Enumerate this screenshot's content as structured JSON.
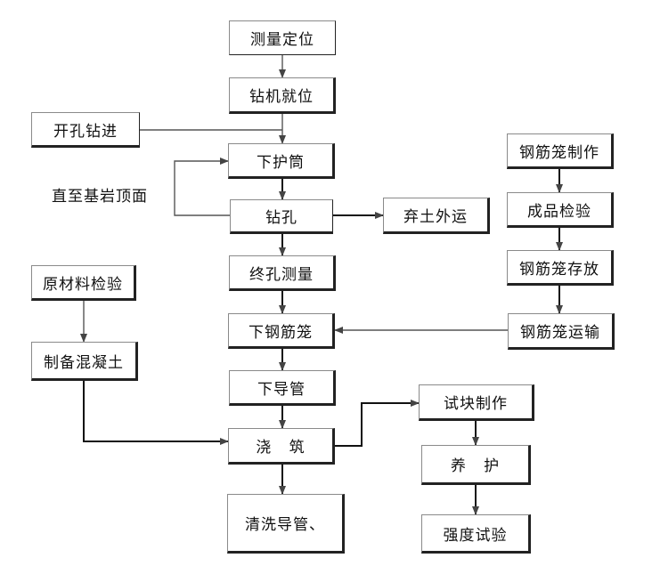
{
  "nodes": {
    "survey": "测量定位",
    "rig": "钻机就位",
    "start_drill": "开孔钻进",
    "casing": "下护筒",
    "bedrock_note": "直至基岩顶面",
    "drill": "钻孔",
    "spoil": "弃土外运",
    "final_measure": "终孔测量",
    "raw_check": "原材料检验",
    "cage_make": "钢筋笼制作",
    "product_check": "成品检验",
    "cage_store": "钢筋笼存放",
    "lower_cage": "下钢筋笼",
    "cage_transport": "钢筋笼运输",
    "concrete": "制备混凝土",
    "tremie": "下导管",
    "pour": "浇   筑",
    "specimen": "试块制作",
    "cure": "养   护",
    "strength": "强度试验",
    "clean": "清洗导管、"
  },
  "colors": {
    "line": "#555555",
    "box_shadow": "#222222",
    "text": "#111111"
  }
}
